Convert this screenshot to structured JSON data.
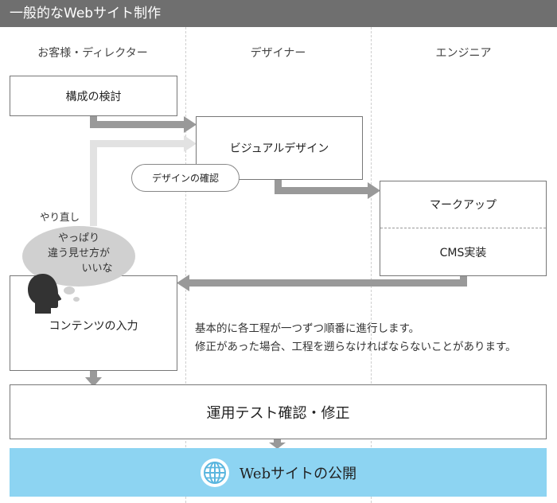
{
  "title": "一般的なWebサイト制作",
  "lanes": [
    "お客様・ディレクター",
    "デザイナー",
    "エンジニア"
  ],
  "steps": {
    "planning": "構成の検討",
    "visual_design": "ビジュアルデザイン",
    "design_check": "デザインの確認",
    "markup": "マークアップ",
    "cms": "CMS実装",
    "content": "コンテンツの入力",
    "testing": "運用テスト確認・修正",
    "publish": "Webサイトの公開"
  },
  "redo_label": "やり直し",
  "speech": [
    "やっぱり",
    "違う見せ方が",
    "いいな"
  ],
  "notes": [
    "基本的に各工程が一つずつ順番に進行します。",
    "修正があった場合、工程を遡らなければならないことがあります。"
  ],
  "colors": {
    "title_bar": "#6f6f6f",
    "publish_bg": "#8dd4f2",
    "arrow": "#999999",
    "redo_arrow": "#e2e2e2"
  }
}
